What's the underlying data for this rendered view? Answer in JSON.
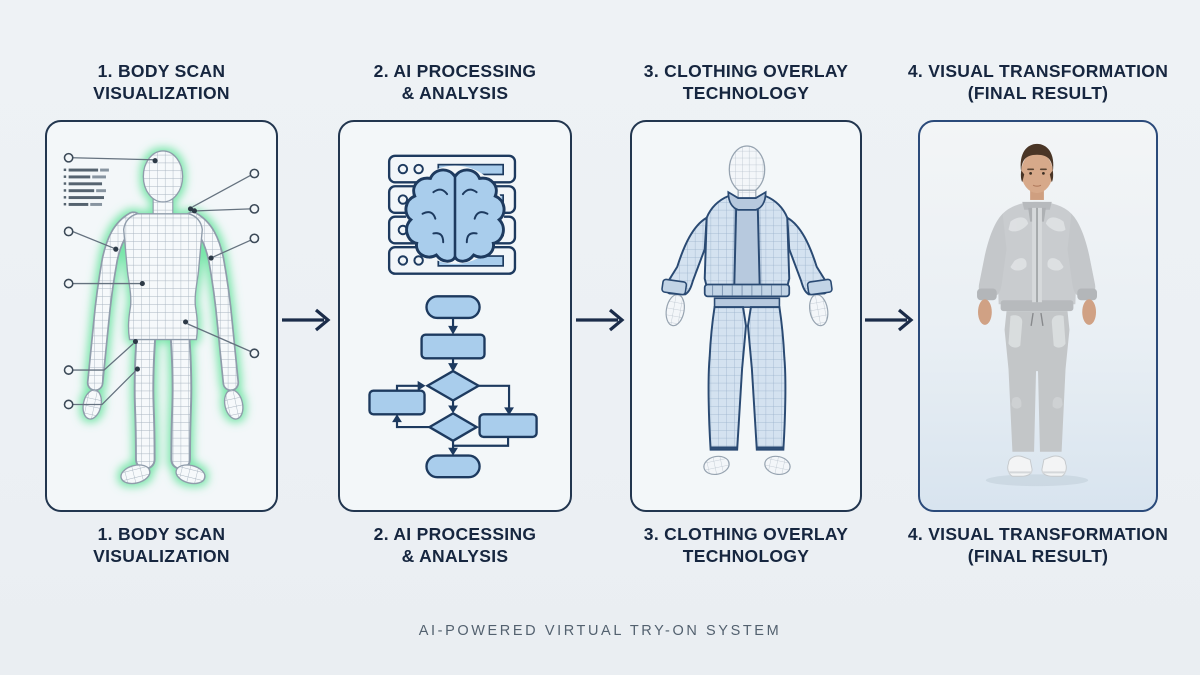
{
  "page": {
    "background": "#eef2f5",
    "footer_label": "AI-POWERED VIRTUAL TRY-ON SYSTEM"
  },
  "colors": {
    "panel_border": "#22364f",
    "final_panel_border": "#2b4a7a",
    "title_text": "#16263f",
    "footer_text": "#53616f",
    "accent_blue_fill": "#a9cdec",
    "accent_blue_stroke": "#1d3a5f",
    "glow_green": "#62e39b",
    "wireframe_gray": "#8f9cab",
    "clothing_overlay_blue": "#c4d6ea",
    "avatar_jacket_silver": "#c9cccf",
    "arrow_color": "#1b2c49"
  },
  "icons": {
    "step1": "wireframe-human-body-with-scan-callouts",
    "step2_server": "ai-server-stack",
    "step2_brain": "brain",
    "step2_flowchart": "decision-flowchart",
    "step3": "wireframe-body-with-clothing-overlay",
    "step4": "photorealistic-avatar-final-render",
    "flow_arrow": "right-arrow"
  },
  "steps": [
    {
      "title": "1. BODY SCAN\nVISUALIZATION"
    },
    {
      "title": "2. AI PROCESSING\n& ANALYSIS"
    },
    {
      "title": "3. CLOTHING OVERLAY\nTECHNOLOGY"
    },
    {
      "title": "4. VISUAL TRANSFORMATION\n(FINAL RESULT)"
    }
  ]
}
